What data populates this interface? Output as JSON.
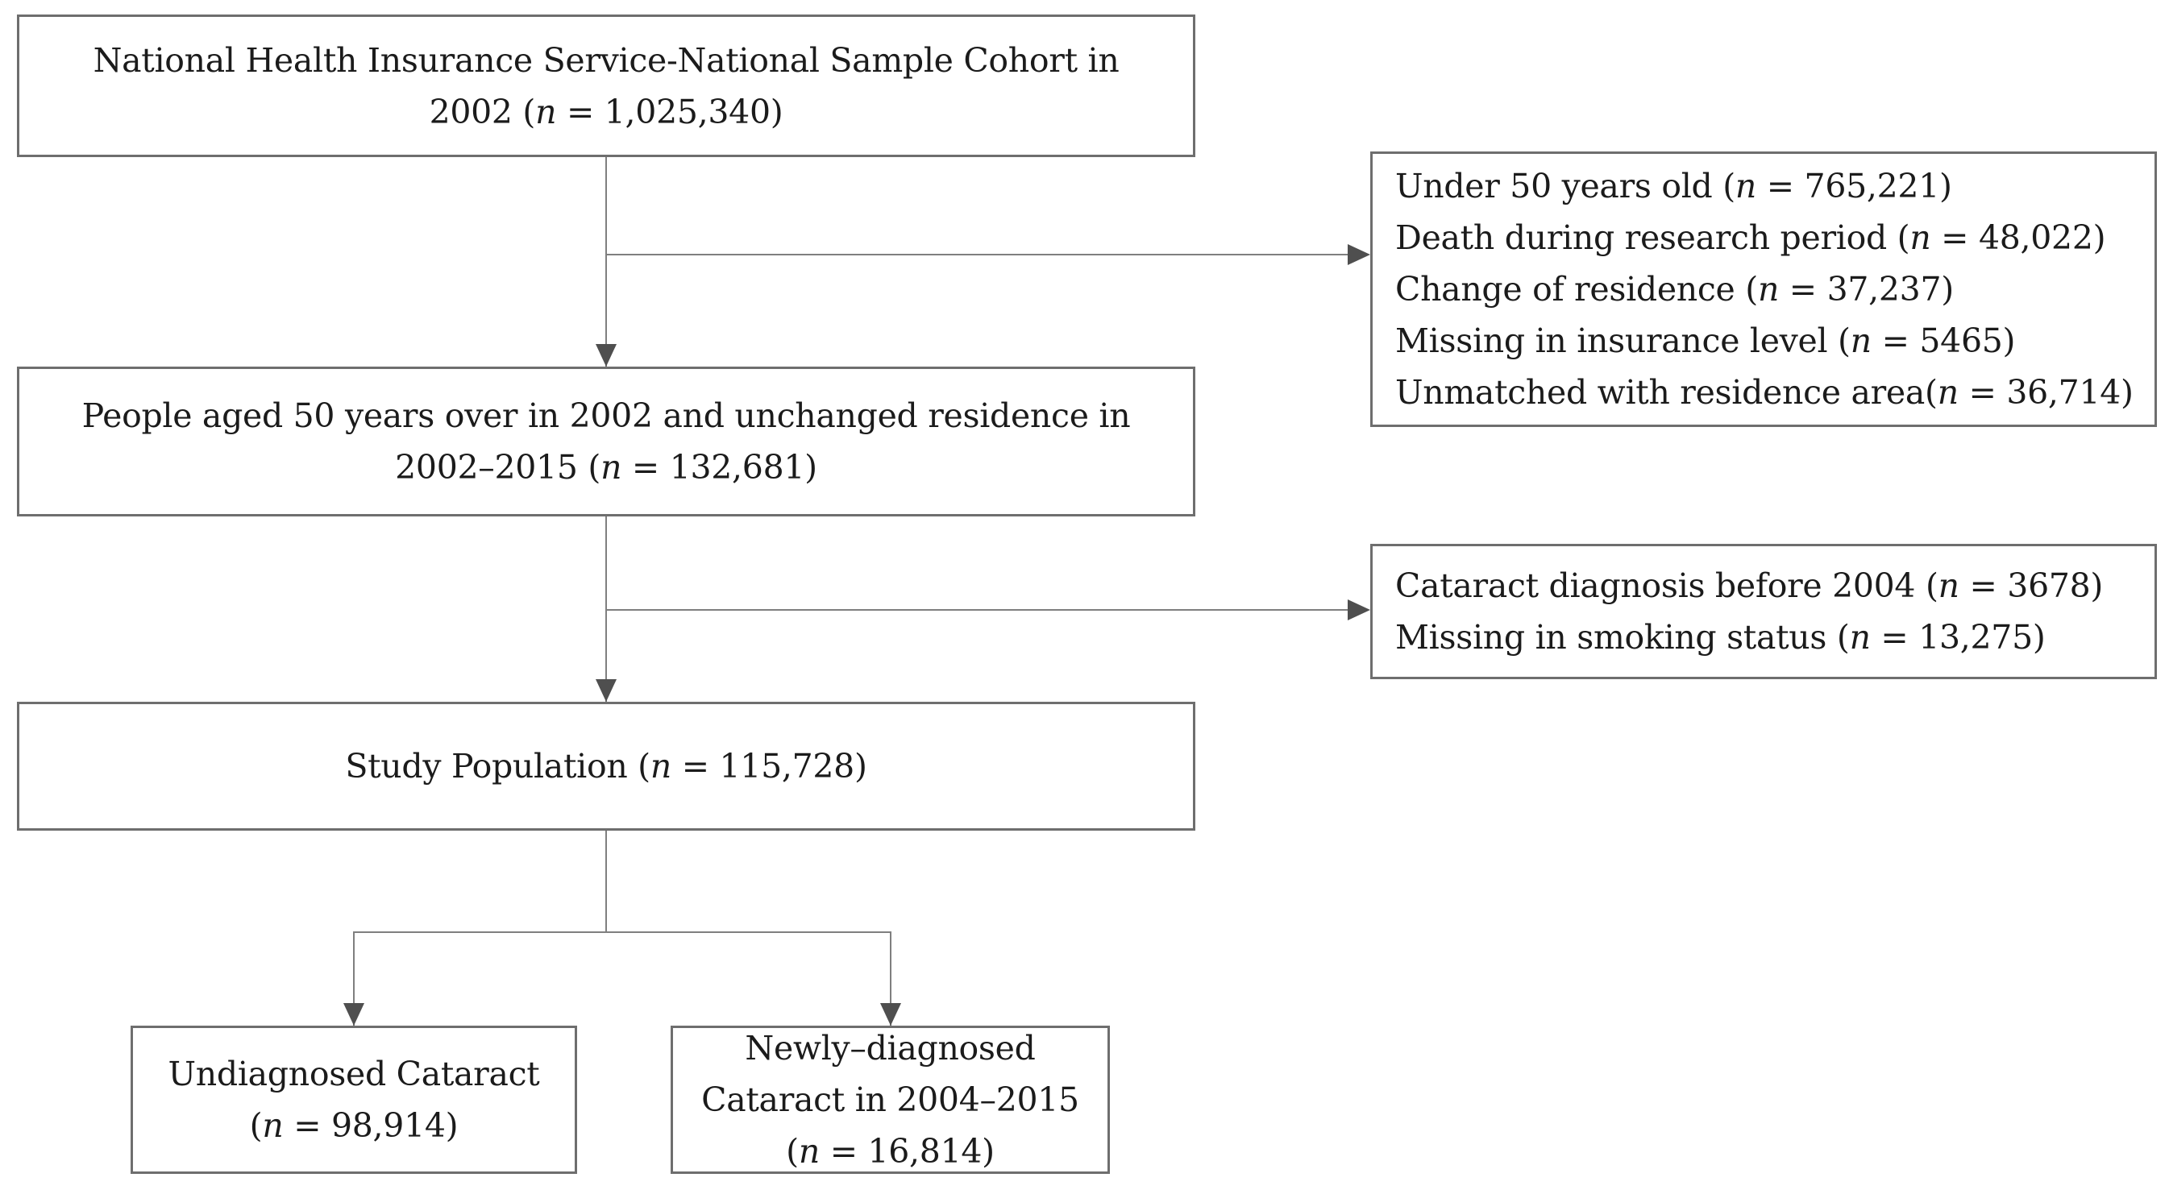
{
  "colors": {
    "background": "#ffffff",
    "box_border": "#6e6e6e",
    "connector_line": "#7f7f7f",
    "arrowhead": "#4f4f4f",
    "text": "#1b1b1b"
  },
  "flowchart": {
    "cohort_box": {
      "lines": [
        "National Health Insurance Service-National Sample Cohort in",
        "2002 (*n* = 1,025,340)"
      ]
    },
    "exclusion1_box": {
      "lines": [
        "Under 50 years old (*n* = 765,221)",
        "Death during research period (*n* = 48,022)",
        "Change of residence (*n* = 37,237)",
        "Missing in insurance level (*n* = 5465)",
        "Unmatched with residence area(*n* = 36,714)"
      ]
    },
    "aged50_box": {
      "lines": [
        "People aged 50 years over in 2002 and unchanged residence in",
        "2002–2015 (*n* = 132,681)"
      ]
    },
    "exclusion2_box": {
      "lines": [
        "Cataract diagnosis before 2004 (*n* = 3678)",
        "Missing in smoking status (*n* = 13,275)"
      ]
    },
    "study_box": {
      "lines": [
        "Study Population (*n* = 115,728)"
      ]
    },
    "undiagnosed_box": {
      "lines": [
        "Undiagnosed Cataract",
        "(*n* = 98,914)"
      ]
    },
    "newly_diagnosed_box": {
      "lines": [
        "Newly–diagnosed",
        "Cataract in 2004–2015",
        "(*n* = 16,814)"
      ]
    }
  }
}
